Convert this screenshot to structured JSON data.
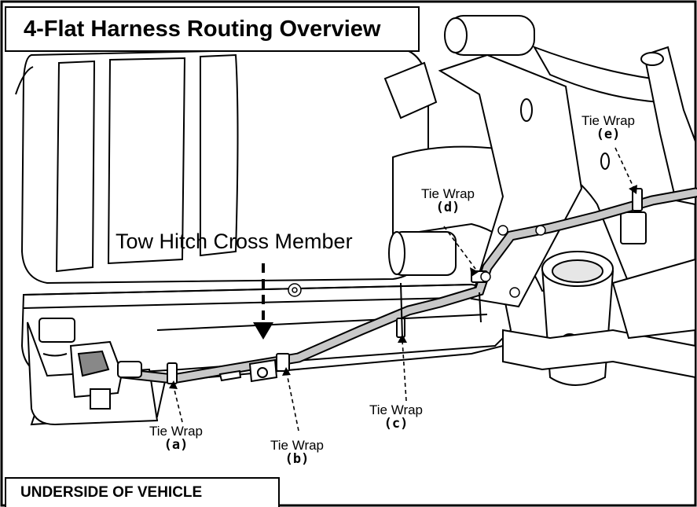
{
  "title": "4-Flat Harness Routing Overview",
  "view_label": "UNDERSIDE OF VEHICLE",
  "cross_member_label": "Tow Hitch Cross Member",
  "callouts": [
    {
      "label": "Tie Wrap",
      "letter": "(a)"
    },
    {
      "label": "Tie Wrap",
      "letter": "(b)"
    },
    {
      "label": "Tie Wrap",
      "letter": "(c)"
    },
    {
      "label": "Tie Wrap",
      "letter": "(d)"
    },
    {
      "label": "Tie Wrap",
      "letter": "(e)"
    }
  ],
  "colors": {
    "line": "#000000",
    "fill": "#ffffff",
    "harness": "#c8c8c8",
    "shade": "#d9d9d9"
  }
}
